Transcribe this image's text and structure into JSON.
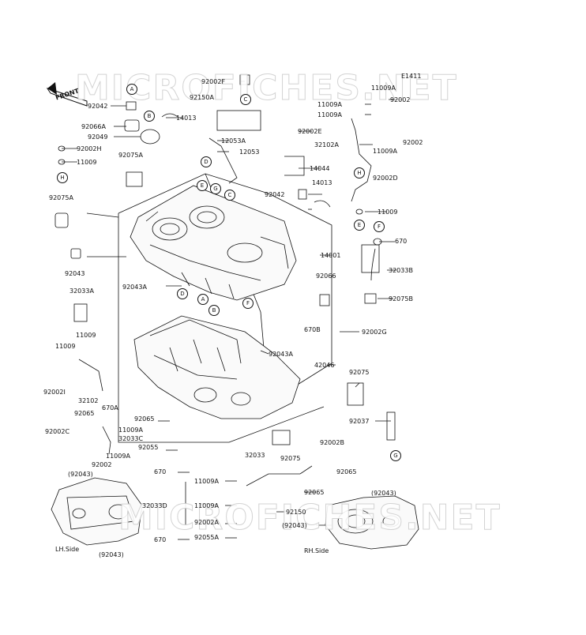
{
  "diagram_code": "E1411",
  "watermark": "MICROFICHES.NET",
  "front_label": "FRONT",
  "side_labels": {
    "lh": "LH.Side",
    "rh": "RH.Side"
  },
  "parts": {
    "p92042a": "92042",
    "p14013a": "14013",
    "p92066a": "92066A",
    "p92049": "92049",
    "p92002h": "92002H",
    "p11009": "11009",
    "p92075a_top": "92075A",
    "p92150a": "92150A",
    "p92002f": "92002F",
    "p12053a": "12053A",
    "p12053": "12053",
    "p92002e": "92002E",
    "p14044": "14044",
    "p92042b": "92042",
    "p14013b": "14013",
    "p11009a_1": "11009A",
    "p11009a_2": "11009A",
    "p11009a_3": "11009A",
    "p92002_1": "92002",
    "p92002_2": "92002",
    "p32102a": "32102A",
    "p11009a_4": "11009A",
    "p92002d": "92002D",
    "p11009_r": "11009",
    "p670_r": "670",
    "p92075a_left": "92075A",
    "p14001": "14001",
    "p32033b": "32033B",
    "p92043_l": "92043",
    "p92066_r": "92066",
    "p92075b": "92075B",
    "p92043a_1": "92043A",
    "p32033a": "32033A",
    "p670b": "670B",
    "p92002g": "92002G",
    "p11009_l1": "11009",
    "p11009_l2": "11009",
    "p92043a_2": "92043A",
    "p42046": "42046",
    "p92002i": "92002I",
    "p32102": "32102",
    "p670a": "670A",
    "p92075": "92075",
    "p92065_1": "92065",
    "p92065_2": "92065",
    "p92002c": "92002C",
    "p32033c": "32033C",
    "p11009a_5": "11009A",
    "p92037": "92037",
    "p11009a_6": "11009A",
    "p92055": "92055",
    "p92002b": "92002B",
    "p92075_b": "92075",
    "p92002_3": "92002",
    "p32033": "32033",
    "p92065_3": "92065",
    "p670_b1": "670",
    "p11009a_7": "11009A",
    "p92065_4": "92065",
    "p92043_paren1": "(92043)",
    "p92043_paren2": "(92043)",
    "p32033d": "32033D",
    "p11009a_8": "11009A",
    "p92150": "92150",
    "p92043_paren3": "(92043)",
    "p92002a": "92002A",
    "p670_b2": "670",
    "p92055a": "92055A",
    "p92043_paren4": "(92043)"
  },
  "callouts": [
    "A",
    "B",
    "C",
    "D",
    "E",
    "F",
    "G",
    "H"
  ]
}
